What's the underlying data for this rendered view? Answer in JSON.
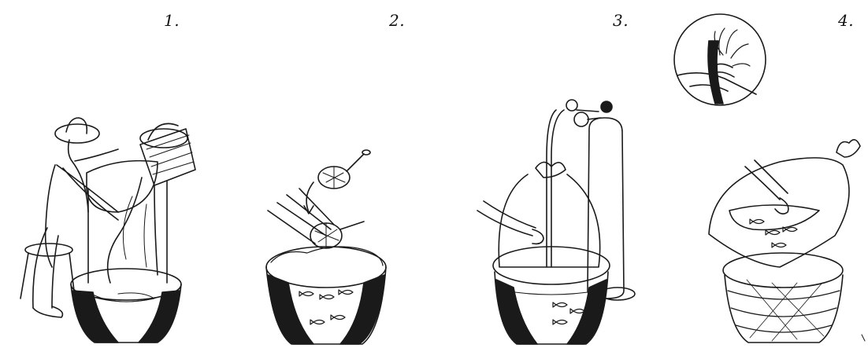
{
  "steps": [
    {
      "number": "1."
    },
    {
      "number": "2."
    },
    {
      "number": "3."
    },
    {
      "number": "4."
    }
  ],
  "icons": [
    "man-pouring-bucket-illustration",
    "net-transfer-illustration",
    "oxygen-tank-illustration",
    "sealed-bag-illustration",
    "tied-bag-closeup-inset"
  ],
  "colors": {
    "ink": "#1a1a1a",
    "paper": "#ffffff"
  }
}
